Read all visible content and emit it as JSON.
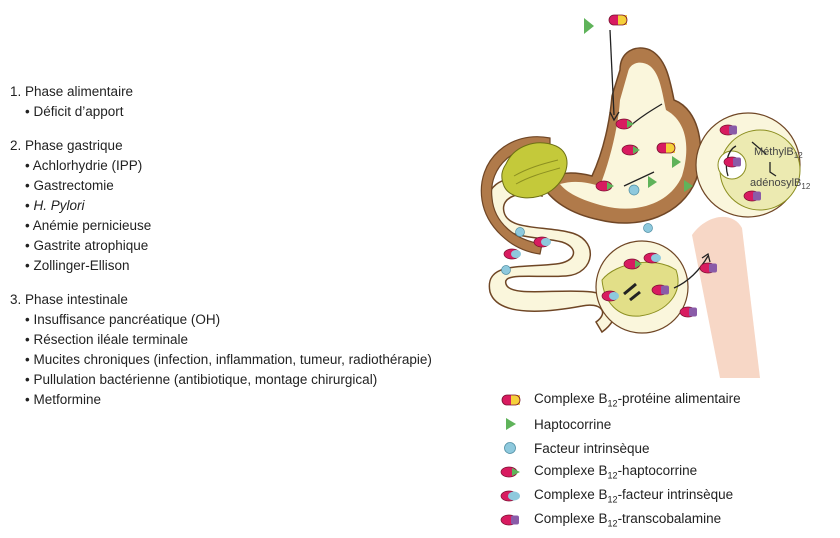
{
  "phases": [
    {
      "title": "1. Phase alimentaire",
      "items": [
        "Déficit d’apport"
      ]
    },
    {
      "title": "2. Phase gastrique",
      "items": [
        "Achlorhydrie (IPP)",
        "Gastrectomie",
        "H. Pylori",
        "Anémie pernicieuse",
        "Gastrite atrophique",
        "Zollinger-Ellison"
      ]
    },
    {
      "title": "3. Phase intestinale",
      "items": [
        "Insuffisance pancréatique (OH)",
        "Résection iléale terminale",
        "Mucites chroniques (infection, inflammation, tumeur, radiothérapie)",
        "Pullulation bactérienne (antibiotique, montage chirurgical)",
        "Metformine"
      ]
    }
  ],
  "diagram": {
    "methyl_label": "MéthylB",
    "methyl_sub": "12",
    "adenosyl_label": "adénosylB",
    "adenosyl_sub": "12"
  },
  "legend": {
    "b12_food_protein": {
      "pre": "Complexe B",
      "sub": "12",
      "post": "-protéine alimentaire"
    },
    "haptocorrin": {
      "pre": "Haptocorrine",
      "sub": "",
      "post": ""
    },
    "intrinsic_factor": {
      "pre": "Facteur intrinsèque",
      "sub": "",
      "post": ""
    },
    "b12_haptocorrin": {
      "pre": "Complexe B",
      "sub": "12",
      "post": "-haptocorrine"
    },
    "b12_intrinsic_factor": {
      "pre": "Complexe B",
      "sub": "12",
      "post": "-facteur intrinsèque"
    },
    "b12_transcobalamin": {
      "pre": "Complexe B",
      "sub": "12",
      "post": "-transcobalamine"
    }
  },
  "colors": {
    "b12_pink": "#d81b60",
    "food_yellow": "#f5d03a",
    "haptocorrin_green": "#5fb35a",
    "intrinsic_factor_blue": "#8ec9dd",
    "transcobalamin_purple": "#8a5ba8",
    "stomach_brown": "#b07a4a",
    "lumen_cream": "#faf6dc",
    "vessel_pink": "#f7d7c6"
  }
}
